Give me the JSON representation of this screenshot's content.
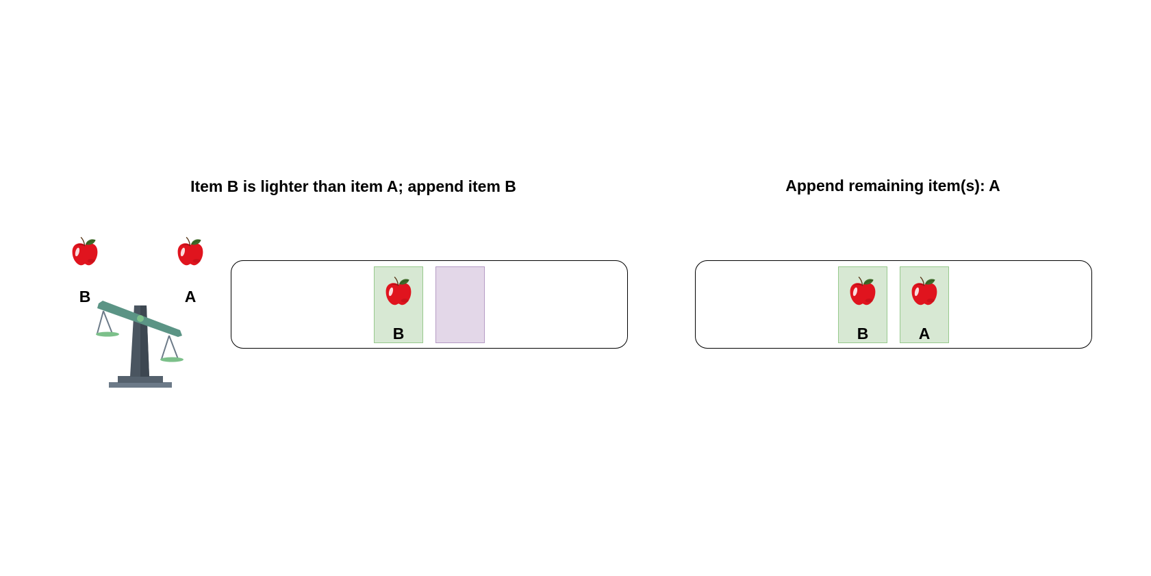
{
  "step1": {
    "title": "Item B is lighter than item A; append item B",
    "scale": {
      "left_item_label": "B",
      "right_item_label": "A",
      "left_item_icon": "apple-icon",
      "right_item_icon": "apple-icon",
      "icon": "balance-scale-icon",
      "tilt": "left side up (lighter), right side down (heavier)"
    },
    "tray_slots": [
      {
        "state": "filled",
        "label": "B",
        "icon": "apple-icon"
      },
      {
        "state": "empty",
        "label": ""
      }
    ]
  },
  "step2": {
    "title": "Append remaining item(s): A",
    "tray_slots": [
      {
        "state": "filled",
        "label": "B",
        "icon": "apple-icon"
      },
      {
        "state": "filled",
        "label": "A",
        "icon": "apple-icon"
      }
    ]
  },
  "colors": {
    "slot_filled_bg": "#d7e8d3",
    "slot_filled_border": "#97c98c",
    "slot_empty_bg": "#e3d7e8",
    "slot_empty_border": "#b49ac4",
    "scale_beam": "#5b9485",
    "scale_post": "#4a5560",
    "scale_pan": "#7cc08a",
    "apple_red": "#e0141e",
    "apple_leaf": "#3f6b2a"
  }
}
